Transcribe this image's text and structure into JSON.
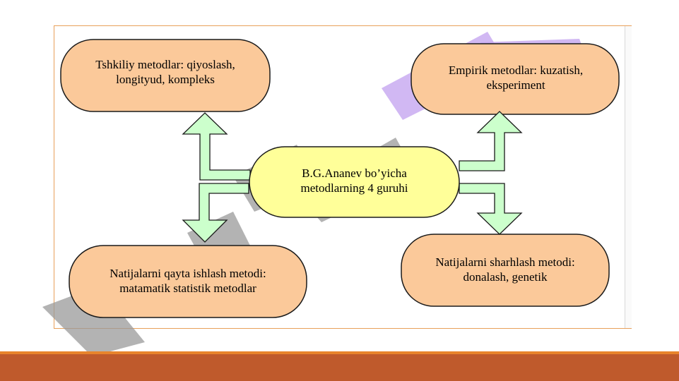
{
  "diagram": {
    "center": "B.G.Ananev bo’yicha metodlarning 4 guruhi",
    "top_left": "Tshkiliy metodlar: qiyoslash, longityud, kompleks",
    "top_right": "Empirik metodlar: kuzatish, eksperiment",
    "bottom_left": "Natijalarni qayta ishlash metodi: matamatik statistik metodlar",
    "bottom_right": "Natijalarni sharhlash metodi: donalash, genetik"
  },
  "colors": {
    "box_fill": "#fbc99a",
    "center_fill": "#ffff99",
    "arrow_fill": "#ccffcc",
    "accent_stripe": "#bf5a2c"
  }
}
